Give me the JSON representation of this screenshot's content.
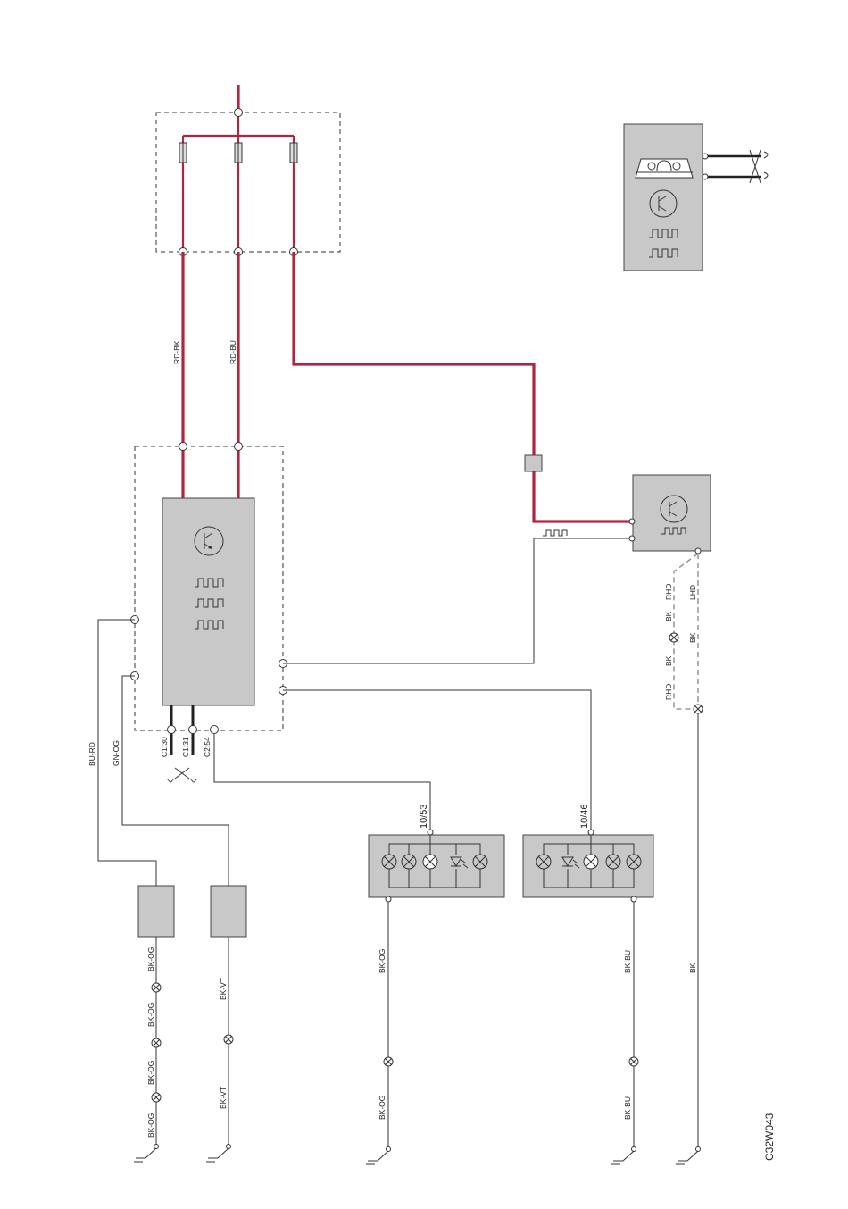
{
  "diagram_ref": "C32W043",
  "wire_labels": {
    "rd_bk": "RD-BK",
    "rd_bu": "RD-BU",
    "bu_rd": "BU-RD",
    "gn_og": "GN-OG",
    "bk_og": "BK-OG",
    "bk_vt": "BK-VT",
    "bk_bu": "BK-BU",
    "bk": "BK",
    "rhd": "RHD",
    "lhd": "LHD"
  },
  "connector_labels": {
    "c1_30": "C1:30",
    "c1_31": "C1:31",
    "c2_54": "C2:54"
  },
  "lamp_unit_labels": {
    "left": "10/53",
    "right": "10/46"
  },
  "colors": {
    "power_wire": "#b3243e",
    "module_fill": "#c8c8c8"
  }
}
